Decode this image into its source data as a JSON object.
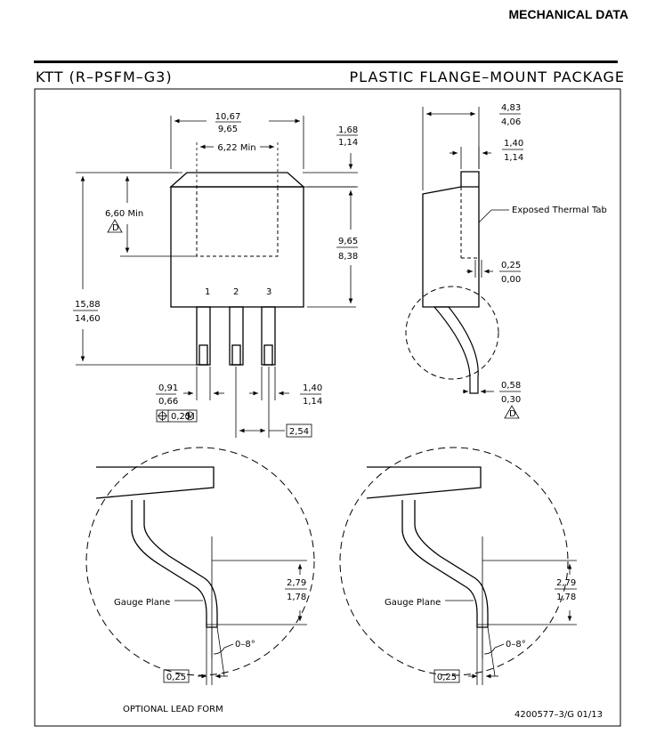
{
  "header": {
    "title": "MECHANICAL DATA"
  },
  "package": {
    "code": "KTT (R–PSFM–G3)",
    "type": "PLASTIC FLANGE–MOUNT PACKAGE"
  },
  "dims": {
    "body_width_max": "10,67",
    "body_width_min": "9,65",
    "tab_min": "6,22 Min",
    "top_chamfer_max": "1,68",
    "top_chamfer_min": "1,14",
    "pad_height": "6,60 Min",
    "body_height_max": "9,65",
    "body_height_min": "8,38",
    "total_height_max": "15,88",
    "total_height_min": "14,60",
    "lead_width_max": "0,91",
    "lead_width_min": "0,66",
    "position_tol": "0,25",
    "lead_gap_max": "1,40",
    "lead_gap_min": "1,14",
    "pitch": "2,54",
    "thickness_max": "4,83",
    "thickness_min": "4,06",
    "tab_thick_max": "1,40",
    "tab_thick_min": "1,14",
    "standoff_max": "0,25",
    "standoff_min": "0,00",
    "lead_thick_max": "0,58",
    "lead_thick_min": "0,30",
    "foot_max": "2,79",
    "foot_min": "1,78",
    "angle": "0–8°",
    "gauge_offset": "0,25"
  },
  "labels": {
    "pin1": "1",
    "pin2": "2",
    "pin3": "3",
    "exposed_tab": "Exposed Thermal Tab",
    "gauge_plane": "Gauge Plane",
    "note_d": "D",
    "optional": "OPTIONAL LEAD FORM",
    "drawing_id": "4200577–3/G  01/13",
    "tol_symbol": "M"
  }
}
